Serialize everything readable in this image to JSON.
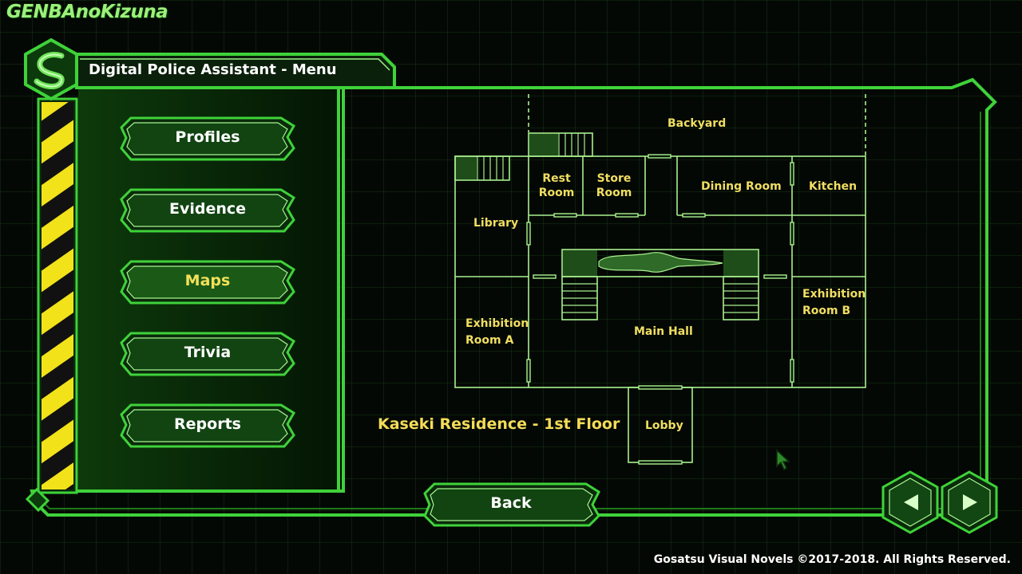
{
  "app": {
    "logo_text": "GENBAnoKizuna"
  },
  "header": {
    "title": "Digital Police Assistant - Menu",
    "logo_icon": "serpent-s-icon"
  },
  "menu": {
    "items": [
      {
        "label": "Profiles",
        "active": false
      },
      {
        "label": "Evidence",
        "active": false
      },
      {
        "label": "Maps",
        "active": true
      },
      {
        "label": "Trivia",
        "active": false
      },
      {
        "label": "Reports",
        "active": false
      }
    ]
  },
  "map": {
    "caption": "Kaseki Residence - 1st Floor",
    "rooms": {
      "backyard": "Backyard",
      "rest_room_1": "Rest",
      "rest_room_2": "Room",
      "store_room_1": "Store",
      "store_room_2": "Room",
      "dining_room": "Dining Room",
      "kitchen": "Kitchen",
      "library": "Library",
      "exhibition_a_1": "Exhibition",
      "exhibition_a_2": "Room A",
      "main_hall": "Main Hall",
      "exhibition_b_1": "Exhibition",
      "exhibition_b_2": "Room B",
      "lobby": "Lobby"
    }
  },
  "footer": {
    "back_label": "Back",
    "prev_icon": "triangle-left-icon",
    "next_icon": "triangle-right-icon",
    "copyright": "Gosatsu Visual Novels ©2017-2018. All Rights Reserved."
  },
  "colors": {
    "frame_green": "#3fd23a",
    "light_green": "#b8ffaa",
    "panel_dark": "#062006",
    "label_yellow": "#f0de62",
    "hazard_yellow": "#f2e21a"
  }
}
